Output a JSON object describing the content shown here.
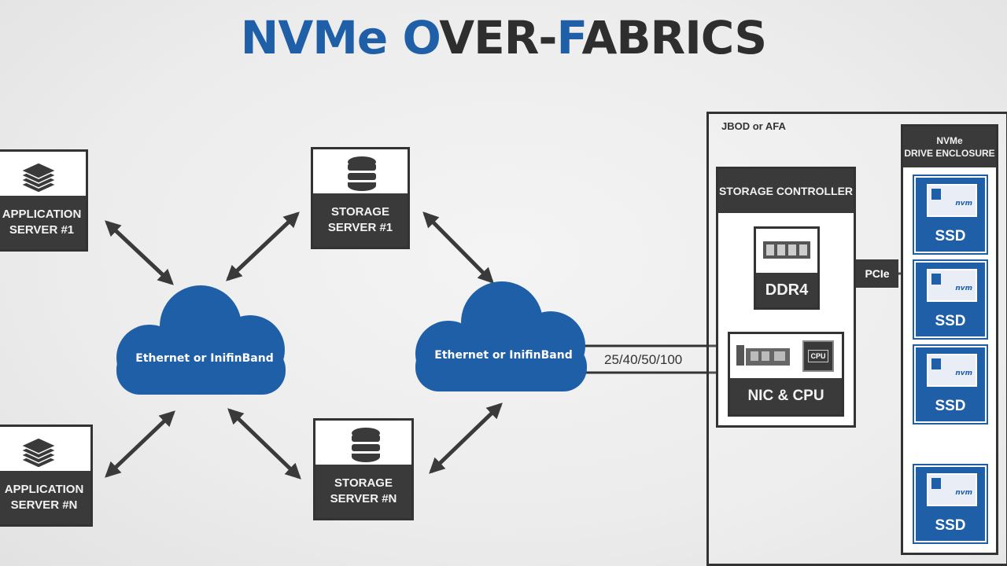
{
  "title": {
    "part1": "NVMe O",
    "part2": "VER-",
    "part3": "F",
    "part4": "ABRICS"
  },
  "app_server_1": {
    "line1": "APPLICATION",
    "line2": "SERVER #1"
  },
  "app_server_n": {
    "line1": "APPLICATION",
    "line2": "SERVER #N"
  },
  "storage_server_1": {
    "line1": "STORAGE",
    "line2": "SERVER #1"
  },
  "storage_server_n": {
    "line1": "STORAGE",
    "line2": "SERVER #N"
  },
  "cloud_left": "Ethernet or InifinBand",
  "cloud_right": "Ethernet or InifinBand",
  "link_speed": "25/40/50/100",
  "jbod": {
    "label": "JBOD or AFA",
    "controller_label": "STORAGE CONTROLLER",
    "ddr4": "DDR4",
    "nic_cpu": "NIC & CPU",
    "cpu_chip": "CPU",
    "pcie": "PCIe"
  },
  "enclosure": {
    "line1": "NVMe",
    "line2": "DRIVE ENCLOSURE"
  },
  "ssd_label": "SSD",
  "ssd_logo": "nvm",
  "colors": {
    "blue": "#1f5fa8",
    "dark": "#333333"
  }
}
